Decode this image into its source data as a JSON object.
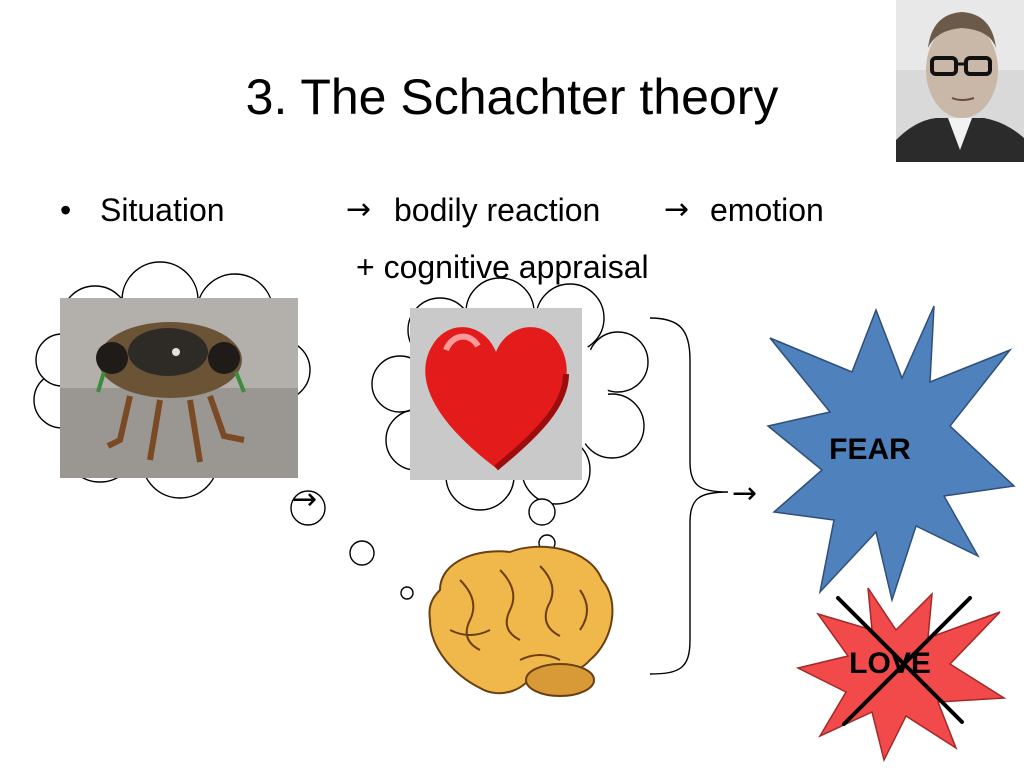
{
  "slide": {
    "title": "3. The Schachter theory",
    "bullet": {
      "situation": "Situation",
      "arrow1": "→",
      "bodily_reaction": "bodily reaction",
      "arrow2": "→",
      "emotion": "emotion"
    },
    "second_line": "+ cognitive appraisal",
    "flow_arrow_1": "→",
    "flow_arrow_2": "→",
    "fear_label": "FEAR",
    "love_label": "LOVE"
  },
  "images": {
    "portrait": "portrait-photo",
    "insect": "cicada-photo",
    "heart": "heart-icon",
    "brain": "brain-illustration"
  },
  "colors": {
    "fear_fill": "#4F81BD",
    "love_fill": "#F24A4A",
    "outline": "#000000",
    "background": "#FFFFFF"
  }
}
